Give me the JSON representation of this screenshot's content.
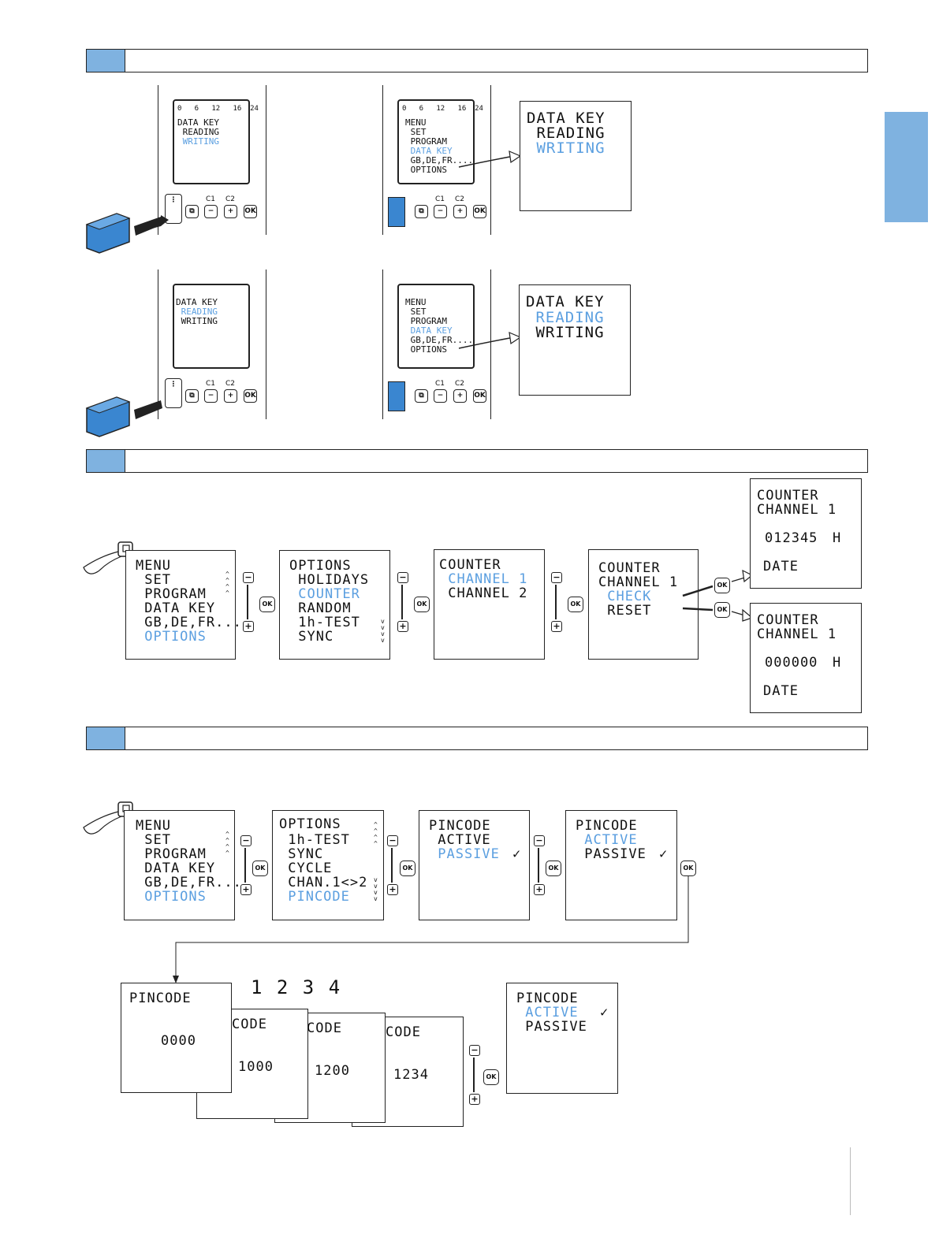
{
  "colors": {
    "accent": "#7fb2e0",
    "highlight": "#5b9fe0"
  },
  "section1": {
    "dev_a": {
      "scale": "0   6   12   16  24",
      "lines": [
        "DATA KEY",
        " READING",
        " WRITING"
      ],
      "c1": "C1",
      "c2": "C2",
      "ok": "OK"
    },
    "dev_b": {
      "scale": "0   6   12   16  24",
      "lines": [
        "MENU",
        " SET",
        " PROGRAM",
        " DATA KEY",
        " GB,DE,FR....",
        " OPTIONS"
      ],
      "c1": "C1",
      "c2": "C2",
      "ok": "OK"
    },
    "zoom_top": [
      "DATA KEY",
      " READING",
      " WRITING"
    ],
    "dev_c": {
      "lines": [
        "DATA KEY",
        " READING",
        " WRITING"
      ],
      "c1": "C1",
      "c2": "C2",
      "ok": "OK"
    },
    "dev_d": {
      "lines": [
        "MENU",
        " SET",
        " PROGRAM",
        " DATA KEY",
        " GB,DE,FR....",
        " OPTIONS"
      ],
      "c1": "C1",
      "c2": "C2",
      "ok": "OK"
    },
    "zoom_bottom": [
      "DATA KEY",
      " READING",
      " WRITING"
    ]
  },
  "section2": {
    "menu": [
      "MENU",
      " SET",
      " PROGRAM",
      " DATA KEY",
      " GB,DE,FR....",
      " OPTIONS"
    ],
    "options": [
      "OPTIONS",
      " HOLIDAYS",
      " COUNTER",
      " RANDOM",
      " 1h-TEST",
      " SYNC"
    ],
    "counter": [
      "COUNTER",
      " CHANNEL 1",
      " CHANNEL 2"
    ],
    "channel": [
      "COUNTER",
      "CHANNEL 1",
      " CHECK",
      " RESET"
    ],
    "check_result": {
      "title": "COUNTER",
      "channel": "CHANNEL 1",
      "value": "012345",
      "unit": "H",
      "date": "DATE"
    },
    "reset_result": {
      "title": "COUNTER",
      "channel": "CHANNEL 1",
      "value": "000000",
      "unit": "H",
      "date": "DATE"
    },
    "ok": "OK",
    "minus": "−",
    "plus": "+"
  },
  "section3": {
    "menu": [
      "MENU",
      " SET",
      " PROGRAM",
      " DATA KEY",
      " GB,DE,FR....",
      " OPTIONS"
    ],
    "options": [
      "OPTIONS",
      " 1h-TEST",
      " SYNC",
      " CYCLE",
      " CHAN.1<>2",
      " PINCODE"
    ],
    "pin_a": {
      "title": "PINCODE",
      "active": " ACTIVE",
      "passive": " PASSIVE",
      "check": "✓"
    },
    "pin_b": {
      "title": "PINCODE",
      "active": " ACTIVE",
      "passive": " PASSIVE",
      "check": "✓"
    },
    "pin_entry_title": "PINCODE",
    "digits_label": "1 2 3 4",
    "entries": [
      "0000",
      "1000",
      "1200",
      "1234"
    ],
    "entry_partial_title": "CODE",
    "pin_final": {
      "title": "PINCODE",
      "active": " ACTIVE",
      "passive": " PASSIVE",
      "check": "✓"
    },
    "ok": "OK",
    "minus": "−",
    "plus": "+"
  }
}
